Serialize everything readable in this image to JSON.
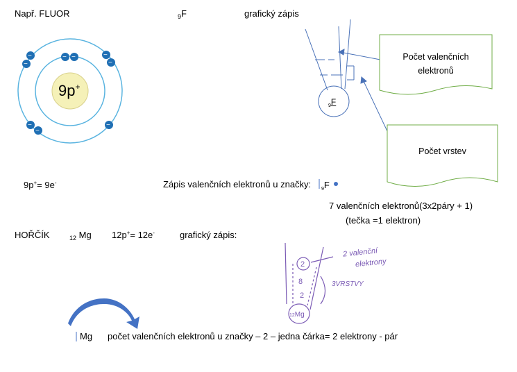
{
  "fluor": {
    "title": "Např. FLUOR",
    "symbol_sub": "9",
    "symbol": "F",
    "graphic_label": "grafický zápis",
    "nucleus_label": "9p",
    "nucleus_sup": "+",
    "electron_sign": "−",
    "balance_left": "9p",
    "balance_sup": "+",
    "balance_right": "= 9e",
    "balance_sup2": "-",
    "valence_label": "Zápis valenčních elektronů u značky:",
    "valence_sub": "9",
    "valence_symbol": "F",
    "valence_note1": "7 valenčních elektronů(3x2páry + 1)",
    "valence_note2": "(tečka =1 elektron)",
    "diagram_sub": "9",
    "diagram_symbol": "F",
    "callout1_line1": "Počet valenčních",
    "callout1_line2": "elektronů",
    "callout2": "Počet vrstev"
  },
  "magnesium": {
    "title": "HOŘČÍK",
    "symbol_sub": "12",
    "symbol": "Mg",
    "balance_left": "12p",
    "balance_sup": "+",
    "balance_right": "= 12e",
    "balance_sup2": "-",
    "graphic_label": "grafický zápis:",
    "hand_valence_1": "2 valenční",
    "hand_valence_2": "elektrony",
    "hand_layers": "3VRSTVY",
    "hand_n1": "2",
    "hand_n2": "8",
    "hand_n3": "2",
    "hand_symbol": "Mg",
    "hand_sub": "12",
    "bottom_symbol": "Mg",
    "bottom_text": "počet valenčních elektronů u značky – 2 – jedna čárka= 2 elektrony - pár"
  },
  "colors": {
    "shell": "#5ab4e0",
    "electron": "#1f6fb4",
    "nucleus": "#f5f1b8",
    "callout": "#70ad47",
    "arrow_line": "#4a72b8",
    "handwriting": "#7b5bb5",
    "curved_arrow": "#4472c4"
  }
}
